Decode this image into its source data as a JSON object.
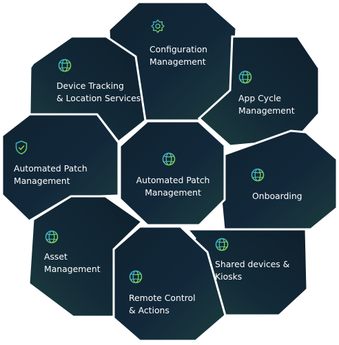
{
  "diagram": {
    "colors": {
      "tile_dark": "#0d1d2b",
      "tile_mid": "#16303a",
      "tile_light": "#1e4140",
      "icon_green": "#8cd73f",
      "icon_blue": "#2aa7e0",
      "text": "#ffffff"
    },
    "center": {
      "id": "center",
      "icon": "globe-icon",
      "lines": [
        "Automated Patch",
        "Management"
      ]
    },
    "tiles": [
      {
        "id": "configuration",
        "icon": "gear-icon",
        "lines": [
          "Configuration",
          "Management"
        ]
      },
      {
        "id": "app-cycle",
        "icon": "globe-icon",
        "lines": [
          "App Cycle",
          "Management"
        ]
      },
      {
        "id": "onboarding",
        "icon": "globe-icon",
        "lines": [
          "Onboarding"
        ]
      },
      {
        "id": "shared-devices",
        "icon": "globe-icon",
        "lines": [
          "Shared devices &",
          "Kiosks"
        ]
      },
      {
        "id": "remote-control",
        "icon": "globe-icon",
        "lines": [
          "Remote Control",
          "& Actions"
        ]
      },
      {
        "id": "asset",
        "icon": "globe-icon",
        "lines": [
          "Asset",
          "Management"
        ]
      },
      {
        "id": "patch-left",
        "icon": "shield-icon",
        "lines": [
          "Automated Patch",
          "Management"
        ]
      },
      {
        "id": "device-tracking",
        "icon": "globe-icon",
        "lines": [
          "Device Tracking",
          "& Location Services"
        ]
      }
    ]
  }
}
